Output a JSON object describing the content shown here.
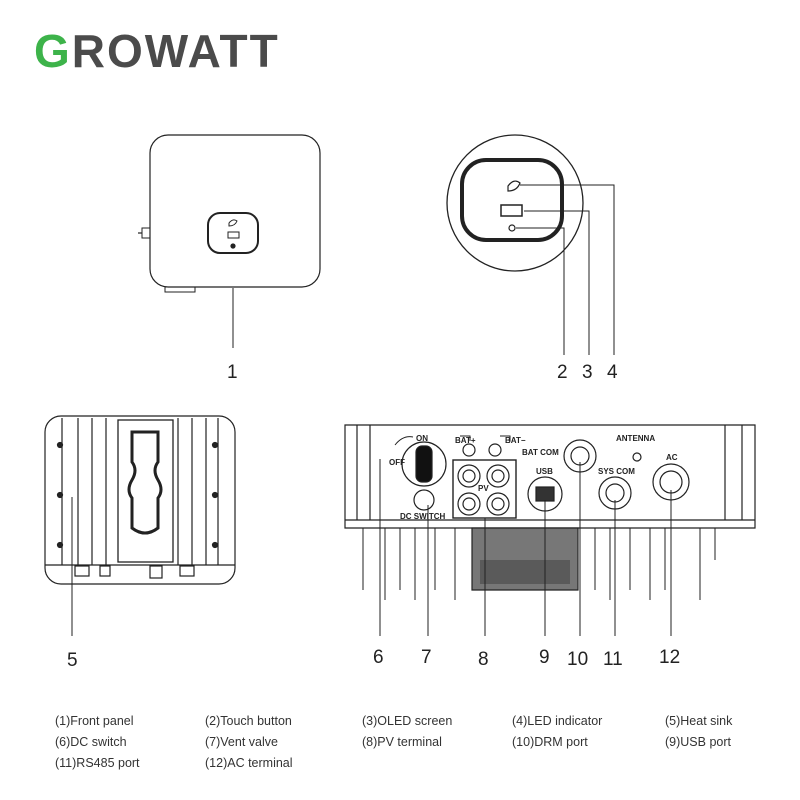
{
  "brand": {
    "logo_text": "GROWATT",
    "logo_first_letter": "G",
    "logo_rest": "ROWATT",
    "accent": "#3db34a",
    "text_color": "#4b4b4b"
  },
  "callouts": [
    "1",
    "2",
    "3",
    "4",
    "5",
    "6",
    "7",
    "8",
    "9",
    "10",
    "11",
    "12"
  ],
  "panel_labels": {
    "on": "ON",
    "off": "OFF",
    "bat_plus": "BAT+",
    "bat_minus": "BAT−",
    "bat_com": "BAT COM",
    "antenna": "ANTENNA",
    "usb": "USB",
    "sys_com": "SYS COM",
    "ac": "AC",
    "pv": "PV",
    "dc_switch": "DC SWITCH"
  },
  "legend": [
    "(1)Front panel",
    "(2)Touch button",
    "(3)OLED screen",
    "(4)LED indicator",
    "(5)Heat sink",
    "(6)DC switch",
    "(7)Vent valve",
    "(8)PV terminal",
    "(10)DRM port",
    "(9)USB port",
    "(11)RS485 port",
    "(12)AC terminal"
  ]
}
